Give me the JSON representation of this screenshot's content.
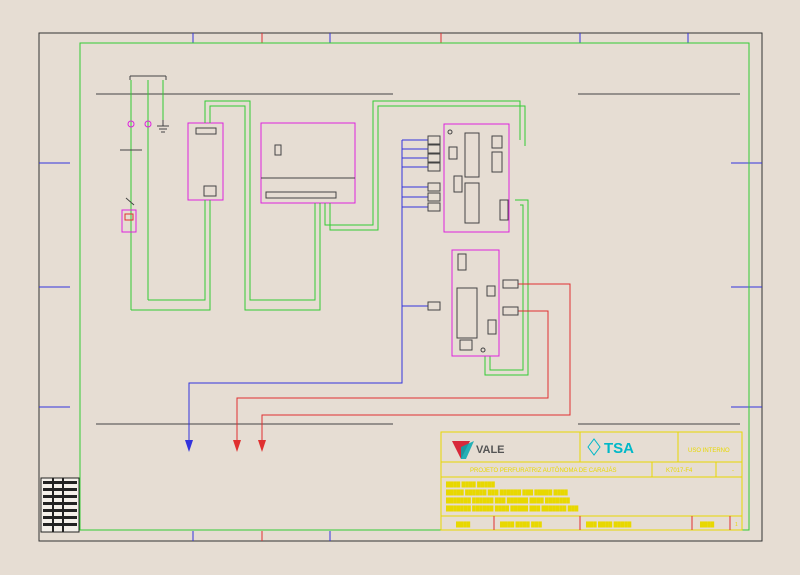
{
  "title_block": {
    "company": "VALE",
    "contractor": "TSA",
    "classification": "USO INTERNO",
    "project": "PROJETO PERFURATRIZ AUTÔNOMA DE CARAJÁS",
    "drawing_no": "K7017-F4",
    "revision": "-",
    "description_lines": [
      "████ ████ █████",
      "█████ ██████ ███ ██████ ███ █████ ████",
      "███████ ██████ ███ ██████ ████ ███████",
      "███████ ██████ ████ █████ ███ ███████ ███"
    ],
    "bottom_fields": [
      "████",
      "████ ████ ███",
      "███ ████ █████",
      "████"
    ],
    "sheet": "1"
  },
  "colors": {
    "background": "#e6ddd3",
    "frame": "#333333",
    "green_wire": "#33cc33",
    "blue_wire": "#3333dd",
    "red_wire": "#e03030",
    "magenta_box": "#dd22dd",
    "title_yellow": "#e8d800",
    "title_cyan": "#00b8c8",
    "vale_red": "#d8283a",
    "vale_teal": "#00a8b0"
  },
  "icons": {
    "ground": "ground-icon",
    "arrow": "arrow-down-icon",
    "connector": "connector-icon"
  }
}
